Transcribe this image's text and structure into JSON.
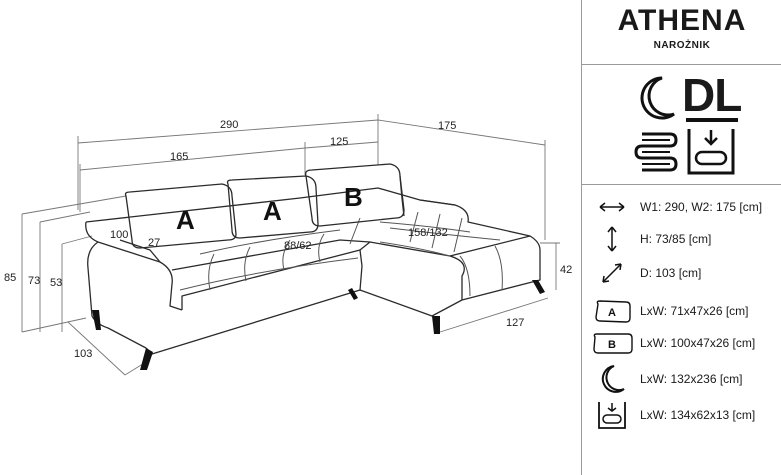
{
  "product": {
    "name": "ATHENA",
    "type": "NAROŻNIK",
    "features": [
      {
        "icon": "sleep-function-moon-icon"
      },
      {
        "icon": "dl-mechanism-label",
        "label": "DL"
      },
      {
        "icon": "spring-coil-icon"
      },
      {
        "icon": "storage-container-icon"
      }
    ]
  },
  "drawing": {
    "dimensions": {
      "total_width": "290",
      "chaise_width": "175",
      "seat_section": "165",
      "chaise_section": "125",
      "total_height": "85",
      "back_height": "73",
      "arm_height": "53",
      "depth": "103",
      "seat_depth": "100",
      "arm_width": "27",
      "seat_inner": "88/62",
      "chaise_inner": "158/132",
      "chaise_height": "42",
      "chaise_depth": "127"
    },
    "cushions": [
      "A",
      "A",
      "B"
    ]
  },
  "specs": [
    {
      "icon": "width-arrow-icon",
      "text": "W1: 290, W2: 175 [cm]"
    },
    {
      "icon": "height-arrow-icon",
      "text": "H: 73/85 [cm]"
    },
    {
      "icon": "depth-arrow-icon",
      "text": "D: 103 [cm]"
    },
    {
      "icon": "cushion-a-icon",
      "badge": "A",
      "text": "LxW: 71x47x26 [cm]"
    },
    {
      "icon": "cushion-b-icon",
      "badge": "B",
      "text": "LxW: 100x47x26 [cm]"
    },
    {
      "icon": "sleeping-area-moon-icon",
      "text": "LxW: 132x236 [cm]"
    },
    {
      "icon": "storage-box-icon",
      "text": "LxW: 134x62x13 [cm]"
    }
  ]
}
